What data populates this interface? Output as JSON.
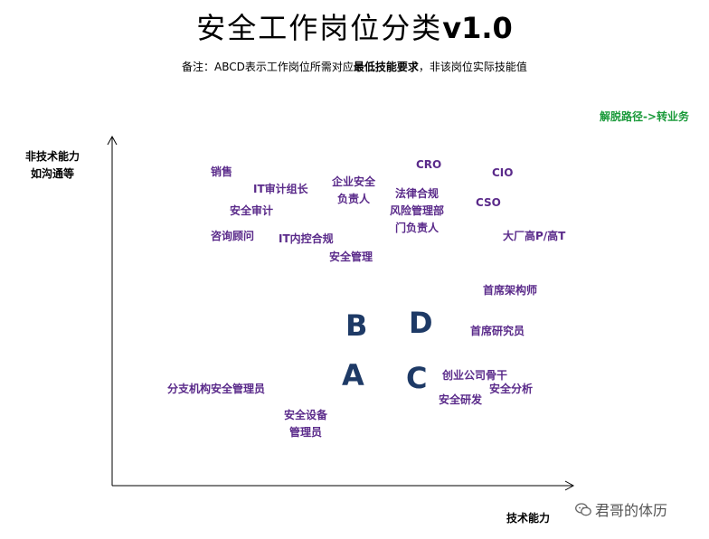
{
  "title": {
    "main": "安全工作岗位分类",
    "version": "v1.0"
  },
  "note": {
    "prefix": "备注：ABCD表示工作岗位所需对应",
    "emphasis": "最低技能要求",
    "suffix": "，非该岗位实际技能值"
  },
  "escape_path": "解脱路径->转业务",
  "axes": {
    "y_label_line1": "非技术能力",
    "y_label_line2": "如沟通等",
    "x_label": "技术能力"
  },
  "quadrants": {
    "a": "A",
    "b": "B",
    "c": "C",
    "d": "D"
  },
  "roles": {
    "sales": "销售",
    "it_audit_lead": "IT审计组长",
    "security_audit": "安全审计",
    "consultant": "咨询顾问",
    "it_internal_control": "IT内控合规",
    "enterprise_security_owner_line1": "企业安全",
    "enterprise_security_owner_line2": "负责人",
    "security_management": "安全管理",
    "cro": "CRO",
    "legal_line1": "法律合规",
    "legal_line2": "风险管理部",
    "legal_line3": "门负责人",
    "cio": "CIO",
    "cso": "CSO",
    "big_company_p": "大厂高P/高T",
    "chief_architect": "首席架构师",
    "chief_researcher": "首席研究员",
    "branch_security_admin": "分支机构安全管理员",
    "security_device_admin_line1": "安全设备",
    "security_device_admin_line2": "管理员",
    "startup_backbone": "创业公司骨干",
    "security_analysis": "安全分析",
    "security_rd": "安全研发"
  },
  "watermark": {
    "text": "君哥的体历"
  },
  "colors": {
    "role_text": "#5a2a8a",
    "quadrant_letter": "#1e3a66",
    "escape_path": "#1a9a3a"
  }
}
